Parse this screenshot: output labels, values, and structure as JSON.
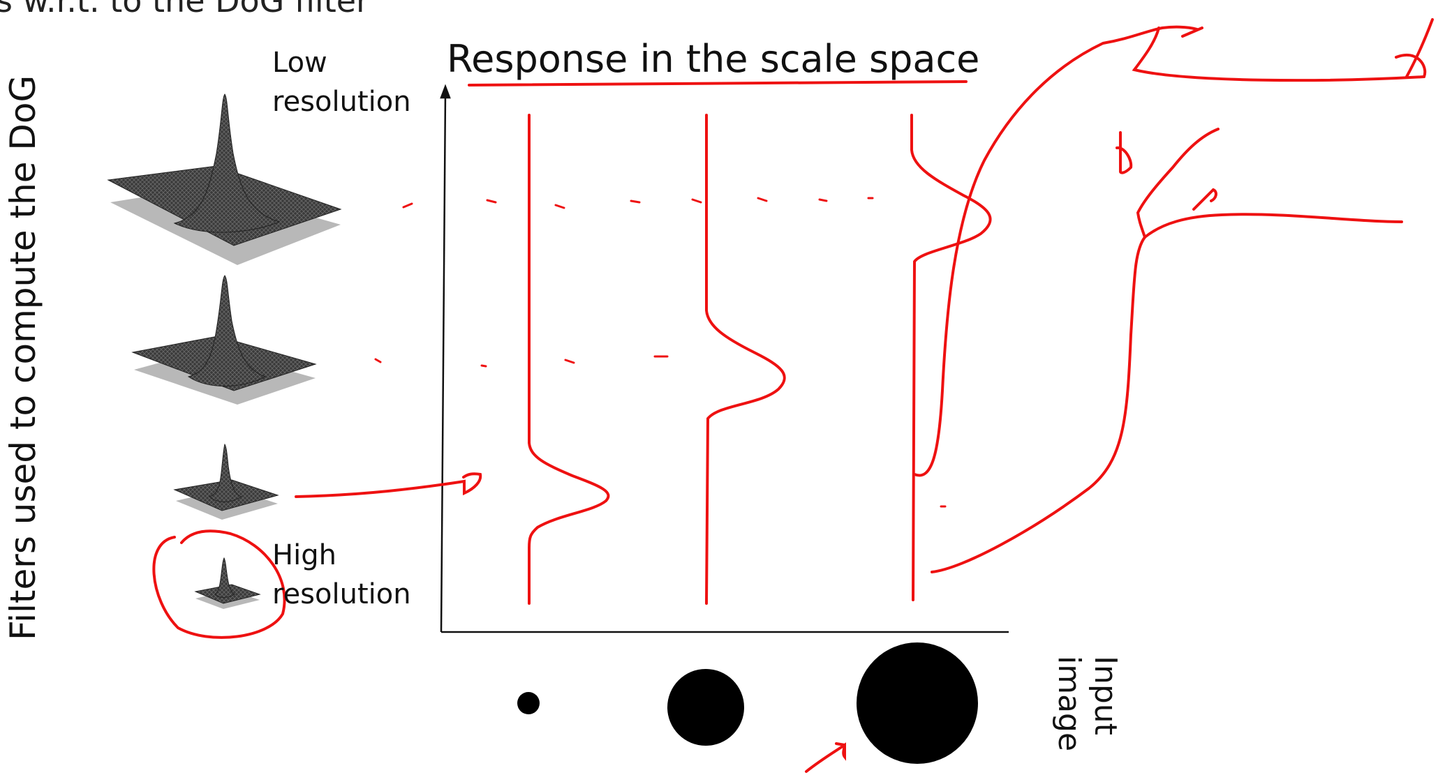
{
  "header": {
    "title_fragment": "s w.r.t. to the DoG filter"
  },
  "left_axis": {
    "label": "Filters used to compute the DoG"
  },
  "top_filter_label": {
    "line1": "Low",
    "line2": "resolution"
  },
  "bottom_filter_label": {
    "line1": "High",
    "line2": "resolution"
  },
  "plot": {
    "title": "Response in the scale space"
  },
  "input_label": {
    "line1": "Input",
    "line2": "image"
  },
  "colors": {
    "ink": "#ee1111",
    "text": "#111111",
    "filter_dark": "#3a3a3a",
    "filter_base": "#b8b8b8"
  },
  "icons": [
    "dog-filter-surface",
    "input-disk"
  ]
}
